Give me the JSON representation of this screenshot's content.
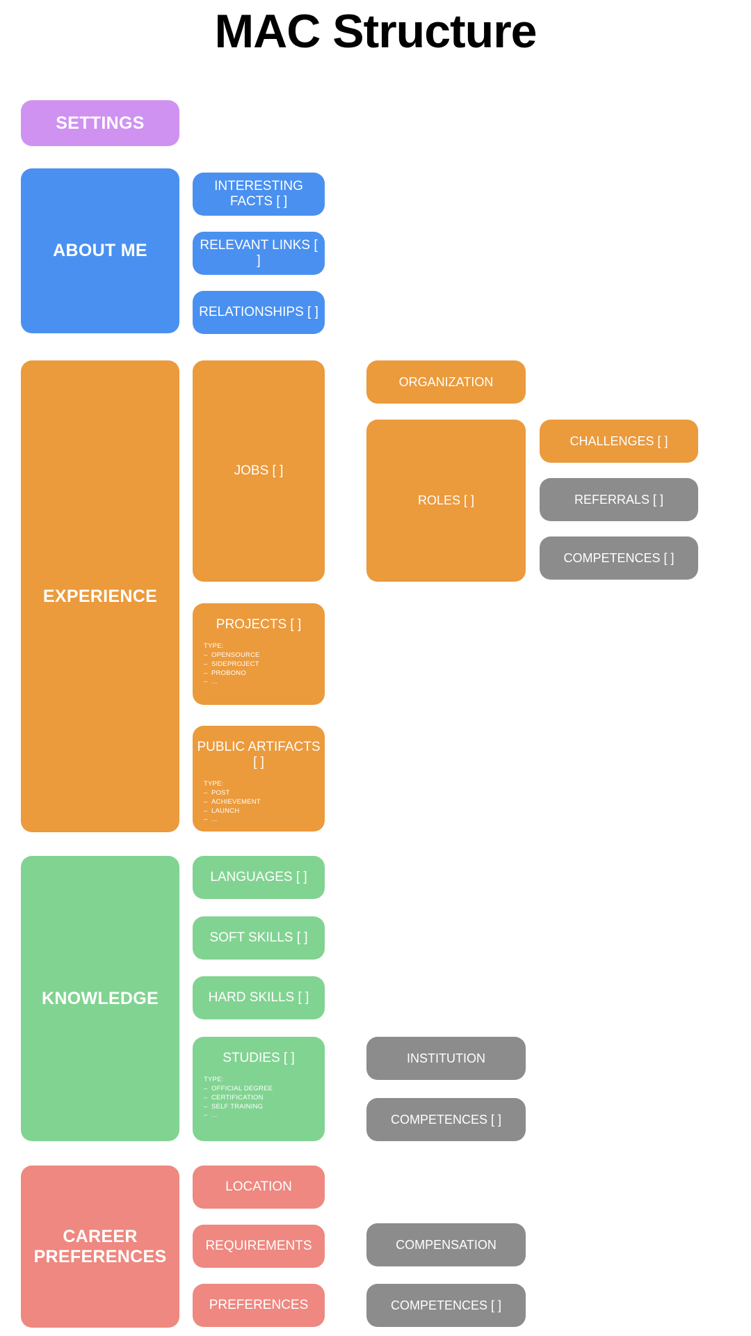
{
  "page": {
    "title": "MAC Structure",
    "background": "#ffffff"
  },
  "colors": {
    "purple": "#cf92f0",
    "blue": "#4a90f0",
    "orange": "#eb9a3c",
    "green": "#81d391",
    "salmon": "#ee8880",
    "gray": "#8c8c8c",
    "title_text": "#000000",
    "node_text": "#ffffff"
  },
  "sections": {
    "settings": {
      "label": "SETTINGS",
      "color": "#cf92f0"
    },
    "about_me": {
      "label": "ABOUT ME",
      "color": "#4a90f0",
      "children": [
        {
          "label": "INTERESTING FACTS [ ]",
          "color": "#4a90f0"
        },
        {
          "label": "RELEVANT LINKS [ ]",
          "color": "#4a90f0"
        },
        {
          "label": "RELATIONSHIPS [ ]",
          "color": "#4a90f0"
        }
      ]
    },
    "experience": {
      "label": "EXPERIENCE",
      "color": "#eb9a3c",
      "jobs": {
        "label": "JOBS [ ]",
        "color": "#eb9a3c"
      },
      "organization": {
        "label": "ORGANIZATION",
        "color": "#eb9a3c"
      },
      "roles": {
        "label": "ROLES [ ]",
        "color": "#eb9a3c"
      },
      "challenges": {
        "label": "CHALLENGES [ ]",
        "color": "#eb9a3c"
      },
      "referrals": {
        "label": "REFERRALS [ ]",
        "color": "#8c8c8c"
      },
      "competences": {
        "label": "COMPETENCES [ ]",
        "color": "#8c8c8c"
      },
      "projects": {
        "label": "PROJECTS [ ]",
        "color": "#eb9a3c",
        "type_header": "TYPE:",
        "types": [
          "OPENSOURCE",
          "SIDEPROJECT",
          "PROBONO",
          "..."
        ]
      },
      "public_artifacts": {
        "label": "PUBLIC ARTIFACTS [ ]",
        "color": "#eb9a3c",
        "type_header": "TYPE:",
        "types": [
          "POST",
          "ACHIEVEMENT",
          "LAUNCH",
          "..."
        ]
      }
    },
    "knowledge": {
      "label": "KNOWLEDGE",
      "color": "#81d391",
      "languages": {
        "label": "LANGUAGES [ ]",
        "color": "#81d391"
      },
      "soft_skills": {
        "label": "SOFT SKILLS [ ]",
        "color": "#81d391"
      },
      "hard_skills": {
        "label": "HARD SKILLS [ ]",
        "color": "#81d391"
      },
      "studies": {
        "label": "STUDIES [ ]",
        "color": "#81d391",
        "type_header": "TYPE:",
        "types": [
          "OFFICIAL DEGREE",
          "CERTIFICATION",
          "SELF TRAINING",
          "..."
        ]
      },
      "institution": {
        "label": "INSTITUTION",
        "color": "#8c8c8c"
      },
      "competences": {
        "label": "COMPETENCES [ ]",
        "color": "#8c8c8c"
      }
    },
    "career_preferences": {
      "label": "CAREER PREFERENCES",
      "color": "#ee8880",
      "location": {
        "label": "LOCATION",
        "color": "#ee8880"
      },
      "requirements": {
        "label": "REQUIREMENTS",
        "color": "#ee8880"
      },
      "preferences": {
        "label": "PREFERENCES",
        "color": "#ee8880"
      },
      "compensation": {
        "label": "COMPENSATION",
        "color": "#8c8c8c"
      },
      "competences": {
        "label": "COMPETENCES [ ]",
        "color": "#8c8c8c"
      }
    }
  }
}
